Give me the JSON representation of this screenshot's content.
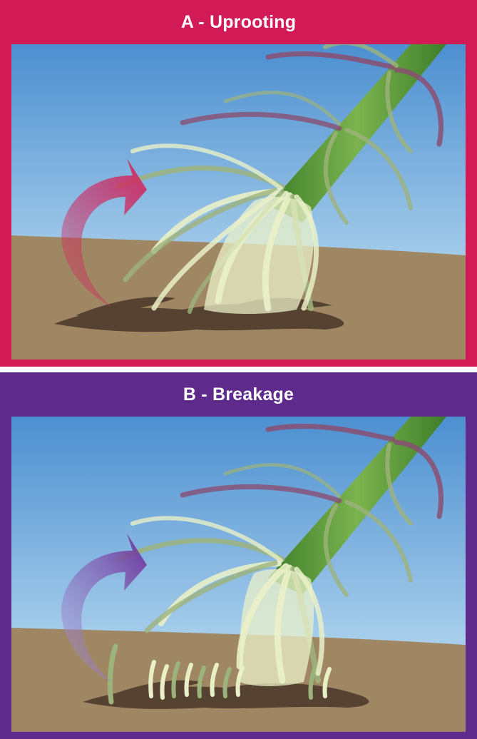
{
  "panels": [
    {
      "id": "a",
      "title": "A - Uprooting",
      "frame_color": "#D21A56",
      "arrow_color": "#D0275E"
    },
    {
      "id": "b",
      "title": "B - Breakage",
      "frame_color": "#5E2A8C",
      "arrow_color": "#6A2E96"
    }
  ],
  "colors": {
    "sky_top": "#4C8FD0",
    "sky_bottom": "#CDE8F6",
    "ground": "#A08763",
    "soil_dark": "#4E3B2C",
    "stem": "#5C9B3C",
    "root_light": "#E9F0C8",
    "root_mid": "#9DB37C",
    "node_purple": "#8A4F72"
  }
}
